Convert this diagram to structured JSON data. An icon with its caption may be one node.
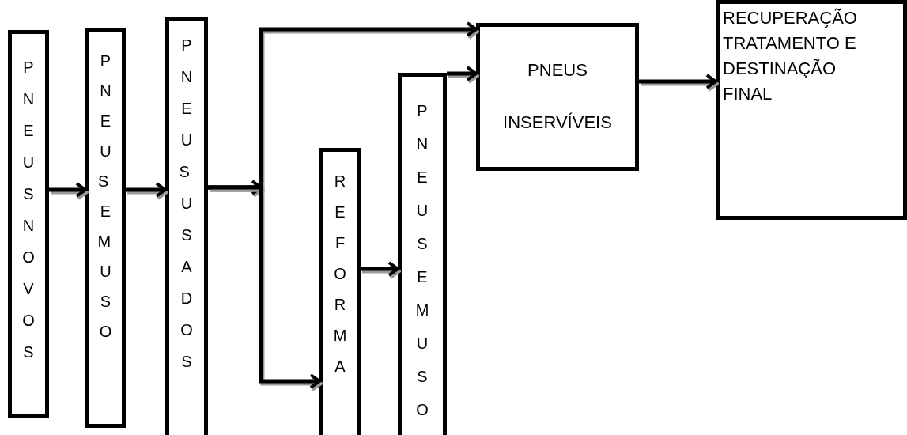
{
  "diagram": {
    "nodes": [
      {
        "text": [
          "PNEUS NOVOS"
        ]
      },
      {
        "text": [
          "PNEUS EM USO"
        ]
      },
      {
        "text": [
          "PNEUS USADOS"
        ]
      },
      {
        "text": [
          "REFORMA"
        ]
      },
      {
        "text": [
          "PNEUS EM USO"
        ]
      },
      {
        "text": [
          "PNEUS INSERVÍVEIS"
        ]
      },
      {
        "text": [
          "RECUPERAÇÃO TRATAMENTO E DESTINAÇÃO FINAL"
        ]
      }
    ],
    "edges": [
      {
        "from": 0,
        "to": 1,
        "arrow": "to"
      },
      {
        "from": 1,
        "to": 2,
        "arrow": "to"
      },
      {
        "from": 2,
        "to": 5,
        "arrow": "to"
      },
      {
        "from": 2,
        "to": 3,
        "arrow": "to"
      },
      {
        "from": 3,
        "to": 4,
        "arrow": "to"
      },
      {
        "from": 4,
        "to": 5,
        "arrow": "to"
      },
      {
        "from": 5,
        "to": 6,
        "arrow": "to"
      }
    ]
  }
}
